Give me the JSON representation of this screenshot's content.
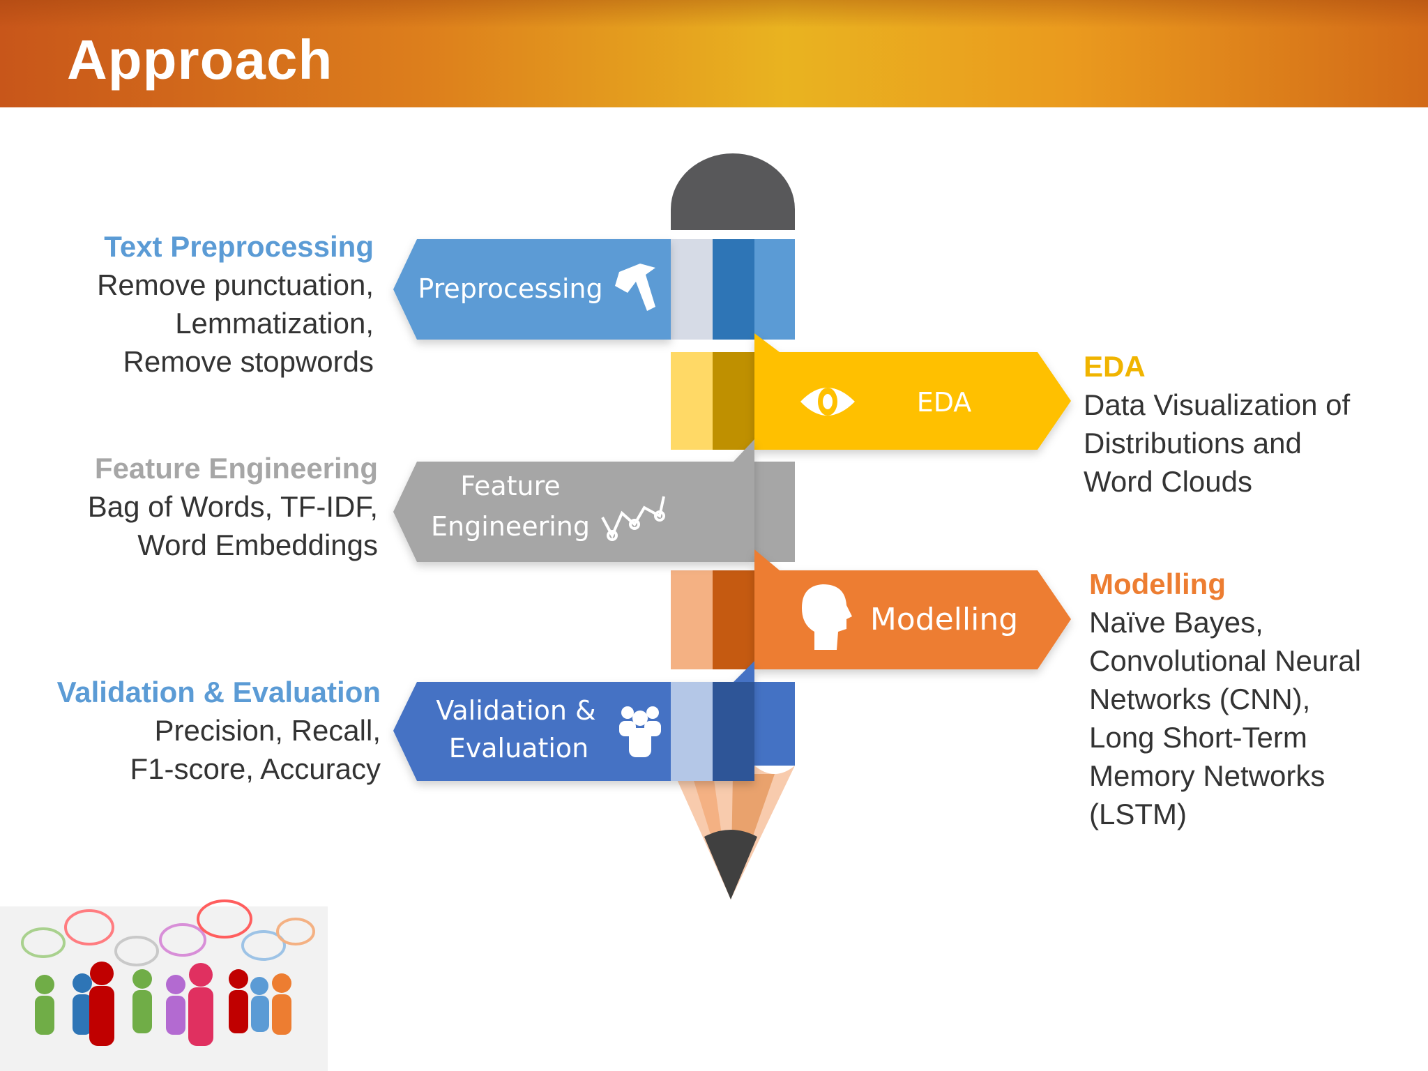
{
  "slide": {
    "title": "Approach"
  },
  "stages": [
    {
      "arrow_lines": [
        "Preprocessing"
      ],
      "icon": "hammer-icon",
      "color": "#5b9bd5"
    },
    {
      "arrow_lines": [
        "EDA"
      ],
      "icon": "eye-icon",
      "color": "#ffc000"
    },
    {
      "arrow_lines": [
        "Feature",
        "Engineering"
      ],
      "icon": "line-graph-icon",
      "color": "#a6a6a6"
    },
    {
      "arrow_lines": [
        "Modelling"
      ],
      "icon": "head-profile-icon",
      "color": "#ed7d31"
    },
    {
      "arrow_lines": [
        "Validation &",
        "Evaluation"
      ],
      "icon": "people-group-icon",
      "color": "#4472c4"
    }
  ],
  "descriptions": {
    "preprocessing": {
      "heading": "Text Preprocessing",
      "heading_color": "#5b9bd5",
      "lines": [
        "Remove punctuation,",
        "Lemmatization,",
        "Remove stopwords"
      ]
    },
    "eda": {
      "heading": "EDA",
      "heading_color": "#f0b400",
      "lines": [
        "Data Visualization of",
        "Distributions and",
        "Word Clouds"
      ]
    },
    "feature_engineering": {
      "heading": "Feature Engineering",
      "heading_color": "#a6a6a6",
      "lines": [
        "Bag of Words, TF-IDF,",
        "Word Embeddings"
      ]
    },
    "modelling": {
      "heading": "Modelling",
      "heading_color": "#ed7d31",
      "lines": [
        "Naïve Bayes,",
        "Convolutional Neural",
        "Networks (CNN),",
        "Long Short-Term",
        "Memory Networks",
        "(LSTM)"
      ]
    },
    "validation": {
      "heading": "Validation & Evaluation",
      "heading_color": "#5b9bd5",
      "lines": [
        "Precision, Recall,",
        "F1-score, Accuracy"
      ]
    }
  },
  "decoration": {
    "image": "people-speech-bubbles-illustration"
  }
}
